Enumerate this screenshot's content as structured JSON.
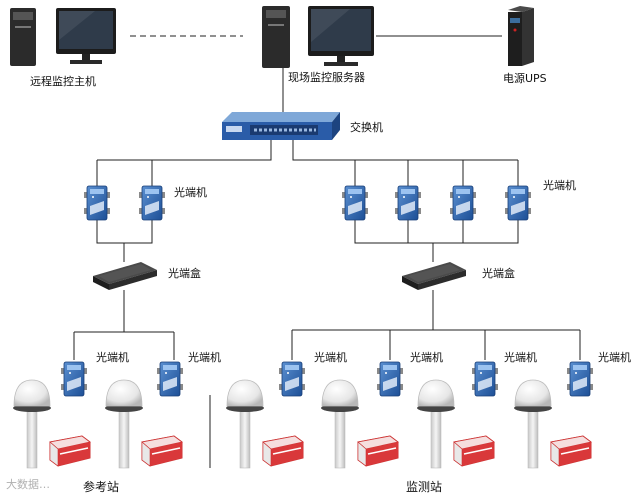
{
  "nodes": {
    "remote_host": "远程监控主机",
    "site_server": "现场监控服务器",
    "ups": "电源UPS",
    "switch": "交换机",
    "converter_top_left": "光端机",
    "converter_top_right": "光端机",
    "box_left": "光端盒",
    "box_right": "光端盒",
    "converter_ref_1": "光端机",
    "converter_ref_2": "光端机",
    "converter_mon_1": "光端机",
    "converter_mon_2": "光端机",
    "converter_mon_3": "光端机",
    "converter_mon_4": "光端机"
  },
  "groups": {
    "reference_station": "参考站",
    "monitoring_station": "监测站"
  },
  "watermark": "大数据…"
}
